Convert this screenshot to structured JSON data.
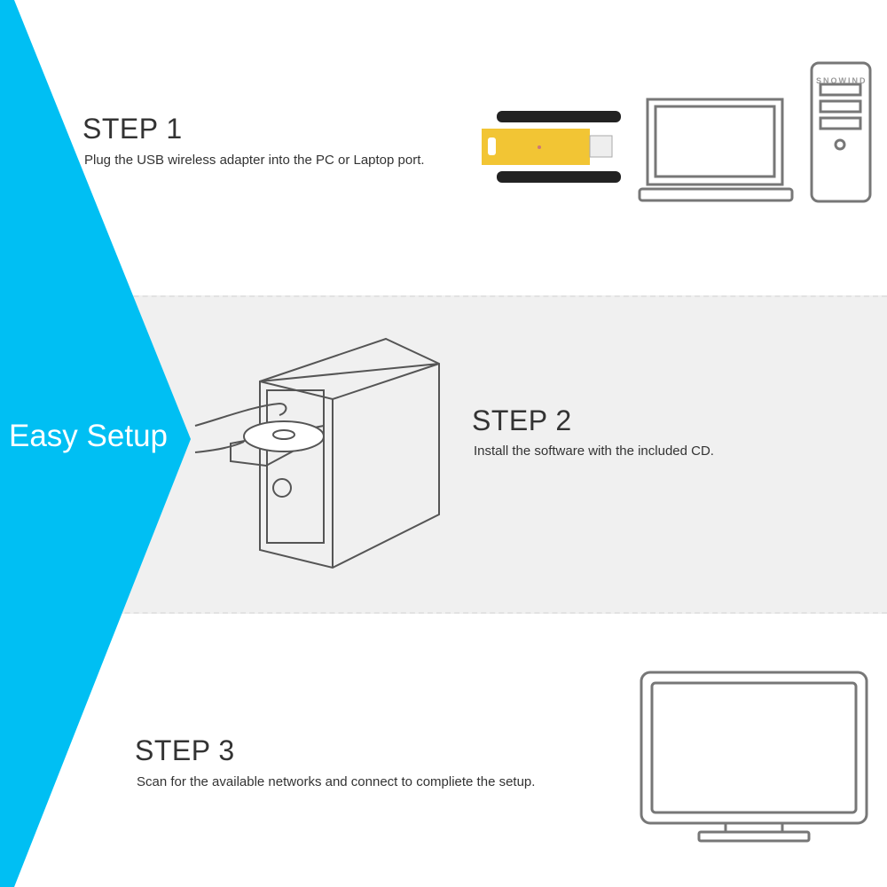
{
  "sidebar": {
    "label": "Easy Setup",
    "color": "#00bff3"
  },
  "steps": [
    {
      "title": "STEP 1",
      "description": "Plug the USB wireless adapter into the PC or Laptop port."
    },
    {
      "title": "STEP 2",
      "description": "Install the software with the included CD."
    },
    {
      "title": "STEP 3",
      "description": "Scan for the available networks and connect to compliete the setup."
    }
  ],
  "watermark": {
    "text": "SNOWIND"
  },
  "icons": [
    "usb-wifi-adapter-icon",
    "laptop-icon",
    "desktop-tower-icon",
    "cd-install-tower-icon",
    "monitor-icon"
  ]
}
